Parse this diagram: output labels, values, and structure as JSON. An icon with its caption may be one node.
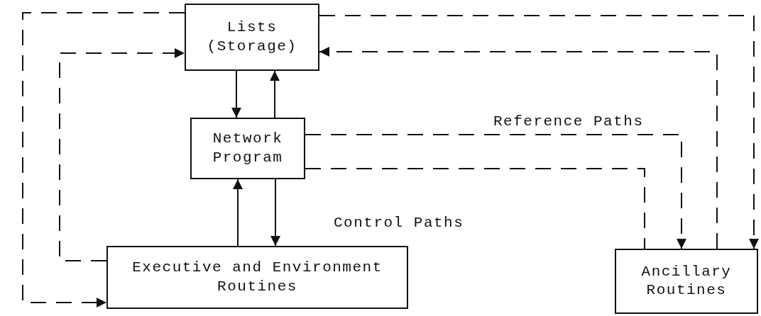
{
  "diagram": {
    "nodes": [
      {
        "text": [
          "Lists (Storage)"
        ]
      },
      {
        "text": [
          "Network Program"
        ]
      },
      {
        "text": [
          "Executive and Environment Routines"
        ]
      },
      {
        "text": [
          "Ancillary Routines"
        ]
      }
    ],
    "edges": [
      {
        "from": 0,
        "to": 1,
        "arrow": "to"
      },
      {
        "from": 1,
        "to": 0,
        "arrow": "to"
      },
      {
        "from": 2,
        "to": 1,
        "arrow": "to"
      },
      {
        "from": 1,
        "to": 2,
        "arrow": "to"
      },
      {
        "from": 0,
        "to": 2,
        "arrow": "to",
        "style": "dashed"
      },
      {
        "from": 0,
        "to": 3,
        "arrow": "to",
        "style": "dashed"
      },
      {
        "from": 2,
        "to": 0,
        "arrow": "to",
        "style": "dashed"
      },
      {
        "from": 3,
        "to": 0,
        "arrow": "to",
        "style": "dashed"
      },
      {
        "from": 1,
        "to": 3,
        "arrow": "to",
        "style": "dashed"
      },
      {
        "from": 1,
        "to": 3,
        "arrow": "none",
        "style": "dashed"
      }
    ],
    "labels": [
      "Reference Paths",
      "Control Paths"
    ]
  }
}
